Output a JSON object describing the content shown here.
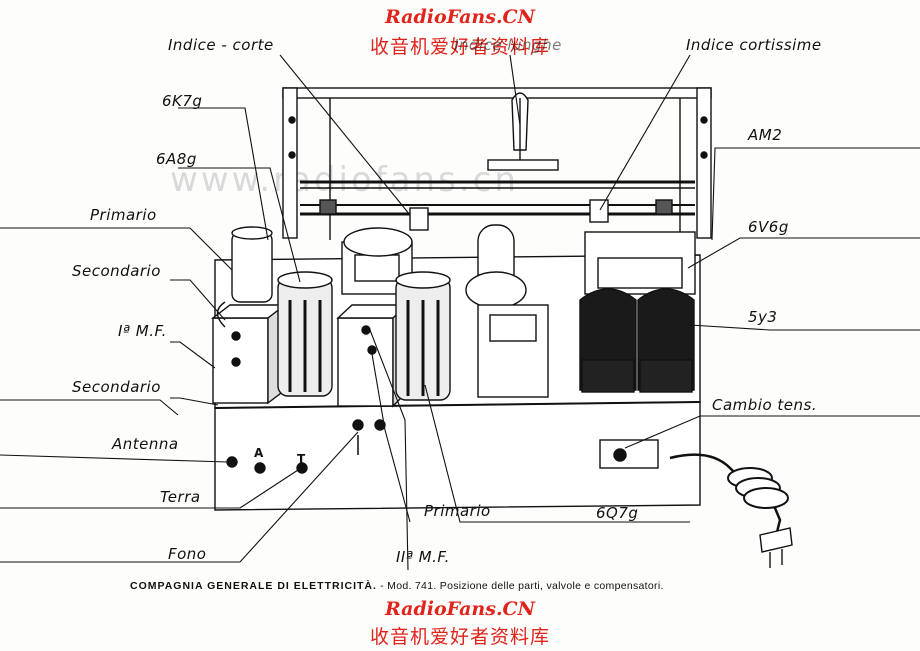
{
  "watermark": {
    "site": "RadioFans.CN",
    "chinese": "收音机爱好者资料库",
    "faint": "www.radiofans.cn"
  },
  "labels": {
    "indice_corte": "Indice - corte",
    "indice_lunghe": "Indice lunghe",
    "indice_cortissime": "Indice cortissime",
    "tube_6k7g": "6K7g",
    "tube_6a8g": "6A8g",
    "primario_top": "Primario",
    "secondario_top": "Secondario",
    "first_mf": "Iª M.F.",
    "secondario_bottom": "Secondario",
    "antenna": "Antenna",
    "terra": "Terra",
    "fono": "Fono",
    "primario_bottom": "Primario",
    "second_mf": "IIª M.F.",
    "tube_6q7g": "6Q7g",
    "am2": "AM2",
    "tube_6v6g": "6V6g",
    "tube_5y3": "5y3",
    "cambio_tens": "Cambio tens."
  },
  "panel": {
    "socket_a": "A",
    "socket_t": "T"
  },
  "caption": {
    "company": "COMPAGNIA GENERALE DI ELETTRICITÀ.",
    "description": "- Mod. 741. Posizione delle parti, valvole e compensatori."
  }
}
